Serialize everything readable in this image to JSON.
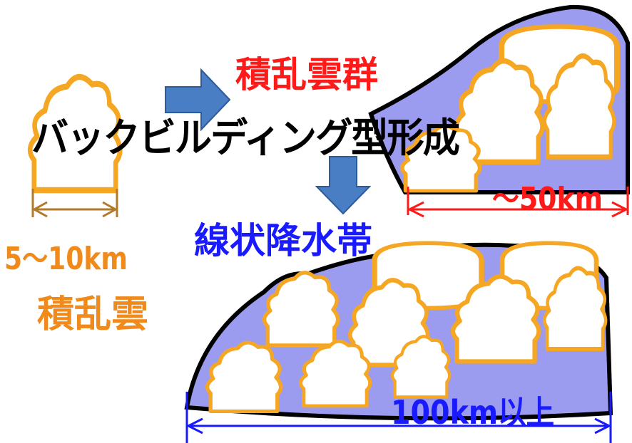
{
  "labels": {
    "single_size": "5～10km",
    "single_name": "積乱雲",
    "group_name": "積乱雲群",
    "backbuilding": "バックビルディング型形成",
    "group_size": "～50km",
    "band_name": "線状降水帯",
    "band_size": "100km以上"
  },
  "colors": {
    "cloud_fill": "#ffffff",
    "cloud_outline": "#f5a623",
    "cloud_shadow": "#9b9bf0",
    "single_text": "#f08a1a",
    "group_text": "#ff1a1a",
    "backbuilding_text": "#000000",
    "band_text": "#1a1aff",
    "single_dim": "#b07a2a",
    "group_dim": "#ff1a1a",
    "band_dim": "#1a1aff",
    "arrow_fill": "#4a7ec4",
    "arrow_stroke": "#2c5a9a"
  },
  "icons": {
    "arrow_right": "block-arrow-right",
    "arrow_down": "block-arrow-down"
  }
}
